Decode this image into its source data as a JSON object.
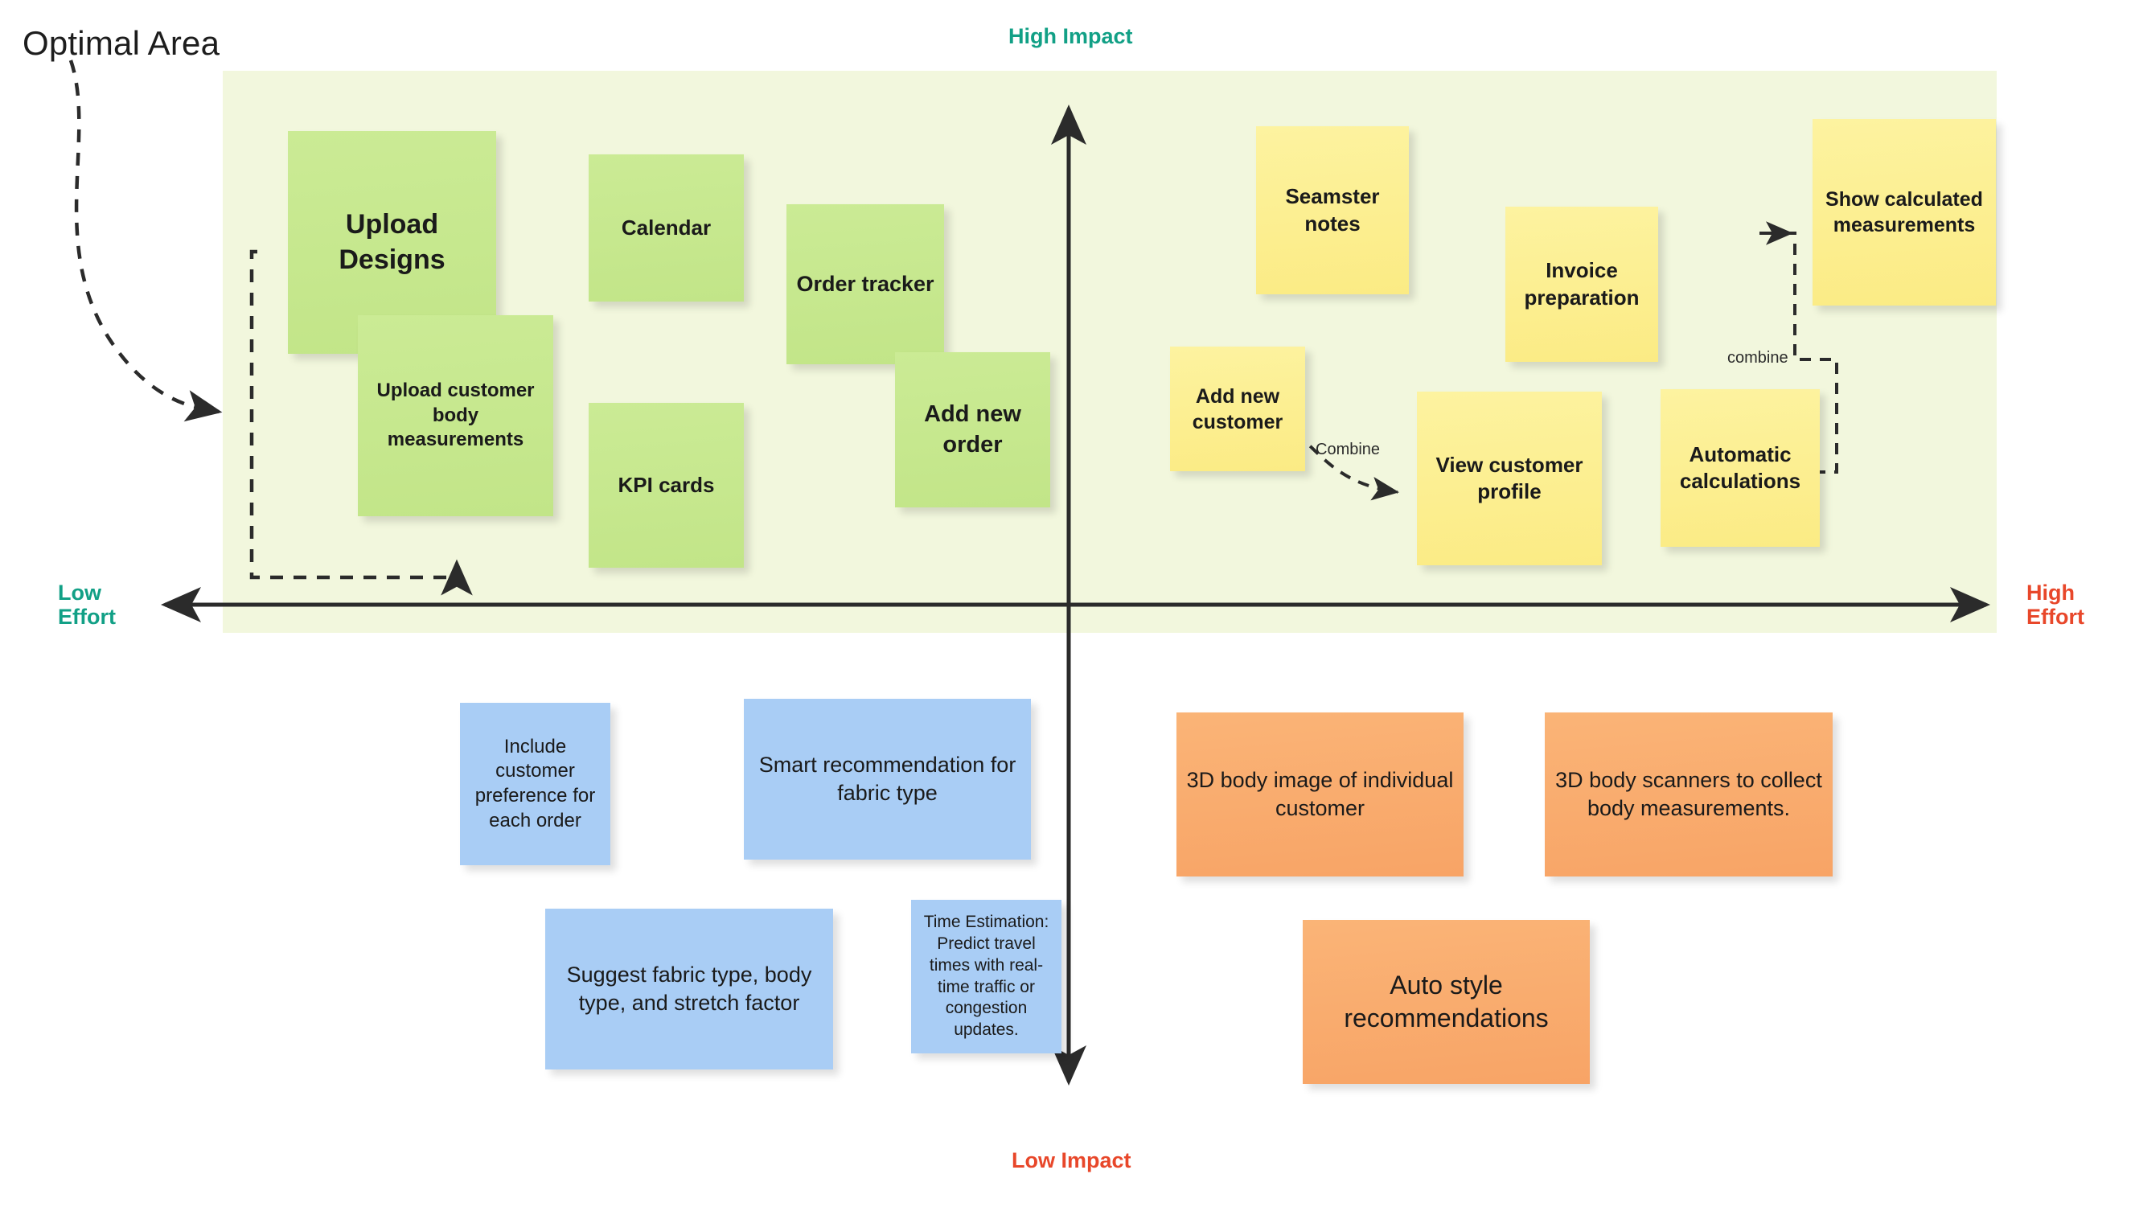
{
  "board": {
    "title": "Optimal Area",
    "band_color": "#f2f7dd",
    "axes": {
      "top": "High Impact",
      "bottom": "Low Impact",
      "left": "Low\nEffort",
      "left_line1": "Low",
      "left_line2": "Effort",
      "right_line1": "High",
      "right_line2": "Effort",
      "impact_high_color": "#12a086",
      "impact_low_color": "#e8472a",
      "effort_low_color": "#12a086",
      "effort_high_color": "#e8472a"
    },
    "connector_labels": {
      "combine_capital": "Combine",
      "combine_lower": "combine"
    },
    "quadrants": {
      "high_impact_low_effort": {
        "color": "#c5e88b",
        "notes": [
          {
            "text": "Upload Designs"
          },
          {
            "text": "Upload customer body measurements"
          },
          {
            "text": "Calendar"
          },
          {
            "text": "KPI cards"
          },
          {
            "text": "Order tracker"
          },
          {
            "text": "Add new order"
          }
        ]
      },
      "high_impact_high_effort": {
        "color": "#fdf08f",
        "notes": [
          {
            "text": "Seamster notes"
          },
          {
            "text": "Add new customer"
          },
          {
            "text": "Invoice preparation"
          },
          {
            "text": "View customer profile"
          },
          {
            "text": "Automatic calculations"
          },
          {
            "text": "Show calculated measurements"
          }
        ]
      },
      "low_impact_low_effort": {
        "color": "#a9cdf5",
        "notes": [
          {
            "text": "Include customer preference for each order"
          },
          {
            "text": "Smart recommendation for fabric type"
          },
          {
            "text": "Suggest fabric type, body type, and stretch factor"
          },
          {
            "text": "Time Estimation: Predict travel times with real-time traffic or congestion updates."
          }
        ]
      },
      "low_impact_high_effort": {
        "color": "#f9ac6e",
        "notes": [
          {
            "text": "3D body image of individual customer"
          },
          {
            "text": "3D body scanners to collect body measurements."
          },
          {
            "text": "Auto style recommendations"
          }
        ]
      }
    }
  }
}
